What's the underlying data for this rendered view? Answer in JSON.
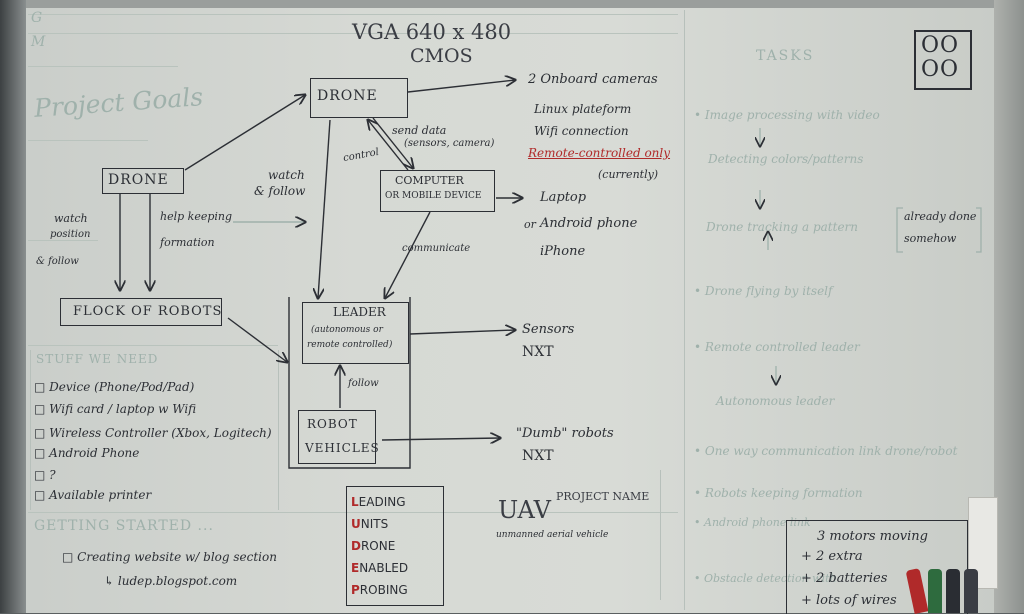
{
  "corner_marks": [
    "G",
    "M"
  ],
  "title": {
    "line1": "VGA 640 x 480",
    "line2": "CMOS"
  },
  "project_goals": "Project Goals",
  "nodes": {
    "drone_top": "DRONE",
    "drone_left": "DRONE",
    "computer": {
      "line1": "COMPUTER",
      "line2": "OR MOBILE DEVICE"
    },
    "flock": "FLOCK OF ROBOTS",
    "leader": {
      "line1": "LEADER",
      "line2": "(autonomous or",
      "line3": "remote controlled)"
    },
    "robot": {
      "line1": "ROBOT",
      "line2": "VEHICLES"
    }
  },
  "edge_labels": {
    "watch_follow": {
      "line1": "watch",
      "line2": "& follow"
    },
    "send_data": {
      "line1": "send data",
      "line2": "(sensors, camera)"
    },
    "control": "control",
    "communicate": "communicate",
    "follow": "follow",
    "watch_position": {
      "line1": "watch",
      "line2": "position",
      "line3": "& follow"
    },
    "help_keeping": {
      "line1": "help keeping",
      "line2": "formation"
    }
  },
  "drone_specs": [
    "2 Onboard cameras",
    "Linux plateform",
    "Wifi connection",
    "Remote-controlled only",
    "(currently)"
  ],
  "devices": {
    "laptop": "Laptop",
    "or": "or",
    "android": "Android phone",
    "iphone": "iPhone"
  },
  "leader_out": [
    "Sensors",
    "NXT"
  ],
  "robot_out": [
    "\"Dumb\" robots",
    "NXT"
  ],
  "stuff_we_need": {
    "heading": "STUFF WE NEED",
    "items": [
      "Device (Phone/Pod/Pad)",
      "Wifi card / laptop w Wifi",
      "Wireless Controller (Xbox, Logitech)",
      "Android Phone",
      "?",
      "Available printer"
    ]
  },
  "getting_started": {
    "heading": "GETTING STARTED ...",
    "items": [
      "Creating website w/ blog section",
      "ludep.blogspot.com"
    ]
  },
  "acronym": {
    "letters": [
      "L",
      "U",
      "D",
      "E",
      "P"
    ],
    "words": [
      "EADING",
      "NITS",
      "RONE",
      "NABLED",
      "ROBING"
    ]
  },
  "uav": {
    "label": "UAV",
    "project_name": "PROJECT NAME",
    "subtitle": "unmanned aerial vehicle"
  },
  "tasks": {
    "heading": "TASKS",
    "items": [
      "Image processing with video",
      "Detecting colors/patterns",
      "Drone tracking a pattern",
      "Drone flying by itself",
      "Remote controlled leader",
      "Autonomous leader",
      "One way communication link drone/robot",
      "Robots keeping formation",
      "Android phone link",
      "Obstacle detection with"
    ],
    "note": {
      "line1": "already done",
      "line2": "somehow"
    }
  },
  "parts": [
    "3 motors moving",
    "+ 2 extra",
    "+ 2 batteries",
    "+ lots of wires"
  ],
  "logo": "OO OO",
  "colors": {
    "ink": "#2c2f35",
    "faint": "#9fb1ab",
    "red_ink": "#b02a2a",
    "board": "#d6d9d4"
  }
}
